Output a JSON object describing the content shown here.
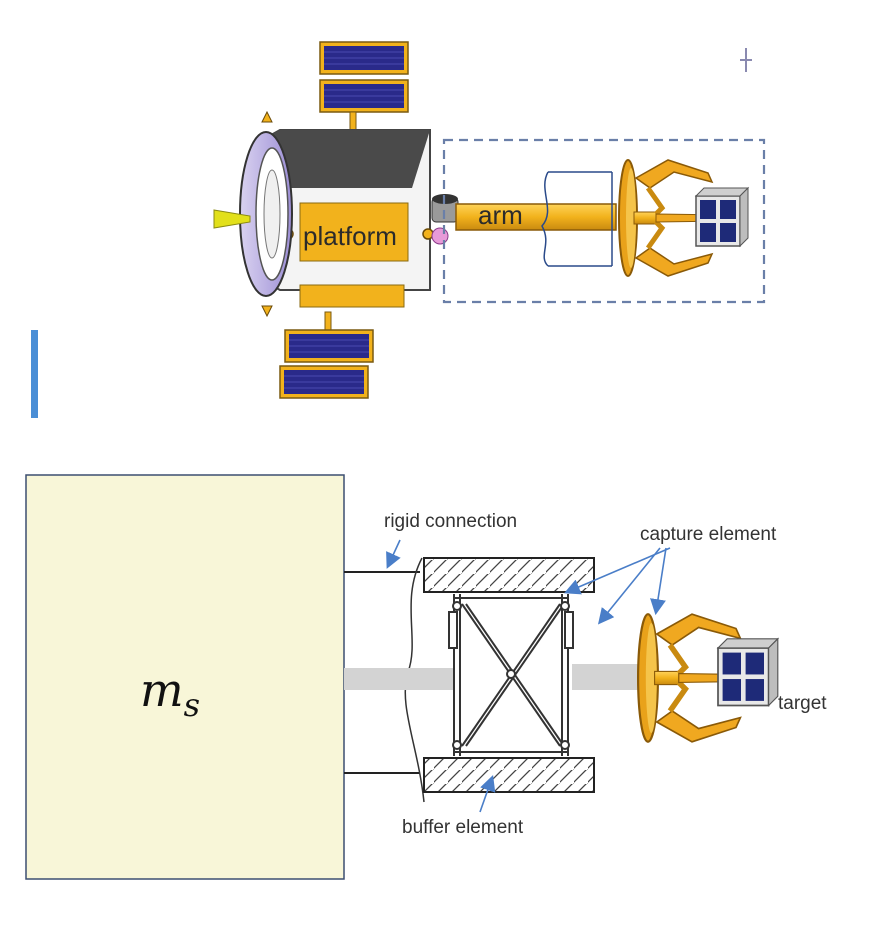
{
  "top_figure": {
    "labels": {
      "platform": "platform",
      "arm": "arm"
    }
  },
  "bottom_figure": {
    "labels": {
      "mass": "m",
      "mass_subscript": "s",
      "rigid_connection": "rigid connection",
      "capture_element": "capture element",
      "buffer_element": "buffer element",
      "target": "target"
    }
  },
  "colors": {
    "body_gold": "#f2b21c",
    "solar_panel": "#2a2a8a",
    "dashed_box": "#6a7fa8",
    "mass_fill": "#f8f6d8",
    "accent_bar": "#4a8ed6",
    "arrow_blue": "#4a7ec8"
  }
}
